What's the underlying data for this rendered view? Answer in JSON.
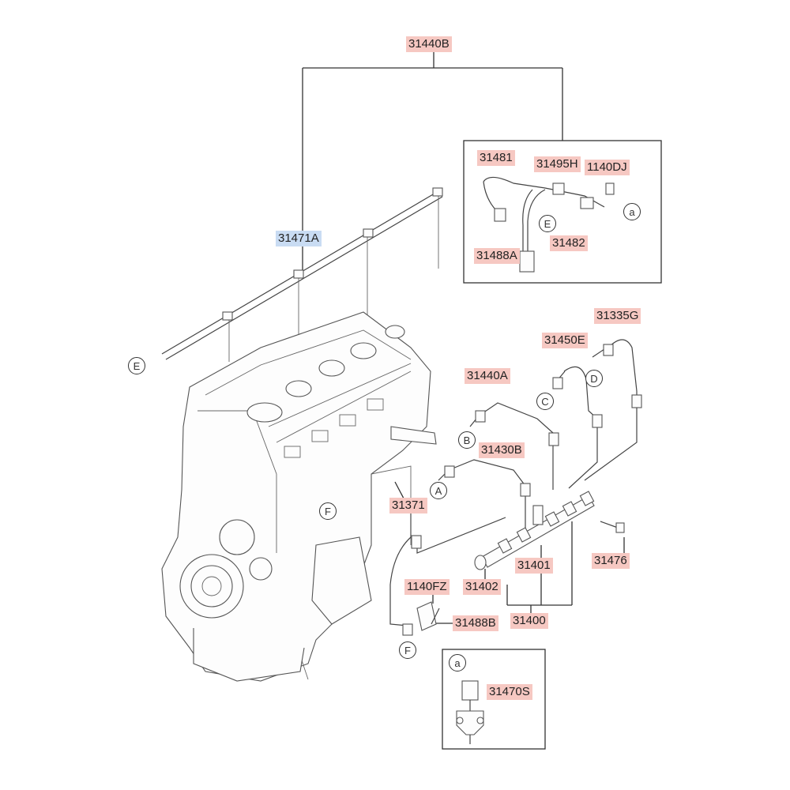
{
  "parts": {
    "p31440B": "31440B",
    "p31481": "31481",
    "p31495H": "31495H",
    "p1140DJ": "1140DJ",
    "p31482": "31482",
    "p31488A": "31488A",
    "p31471A": "31471A",
    "p31335G": "31335G",
    "p31450E": "31450E",
    "p31440A": "31440A",
    "p31430B": "31430B",
    "p31371": "31371",
    "p31401": "31401",
    "p31476": "31476",
    "p1140FZ": "1140FZ",
    "p31402": "31402",
    "p31488B": "31488B",
    "p31400": "31400",
    "p31470S": "31470S"
  },
  "markers": {
    "a": "a",
    "E": "E",
    "A": "A",
    "B": "B",
    "C": "C",
    "D": "D",
    "F": "F"
  },
  "colors": {
    "part_label_bg": "#f6c8c2",
    "selected_label_bg": "#c9dcf3",
    "line": "#333333"
  }
}
